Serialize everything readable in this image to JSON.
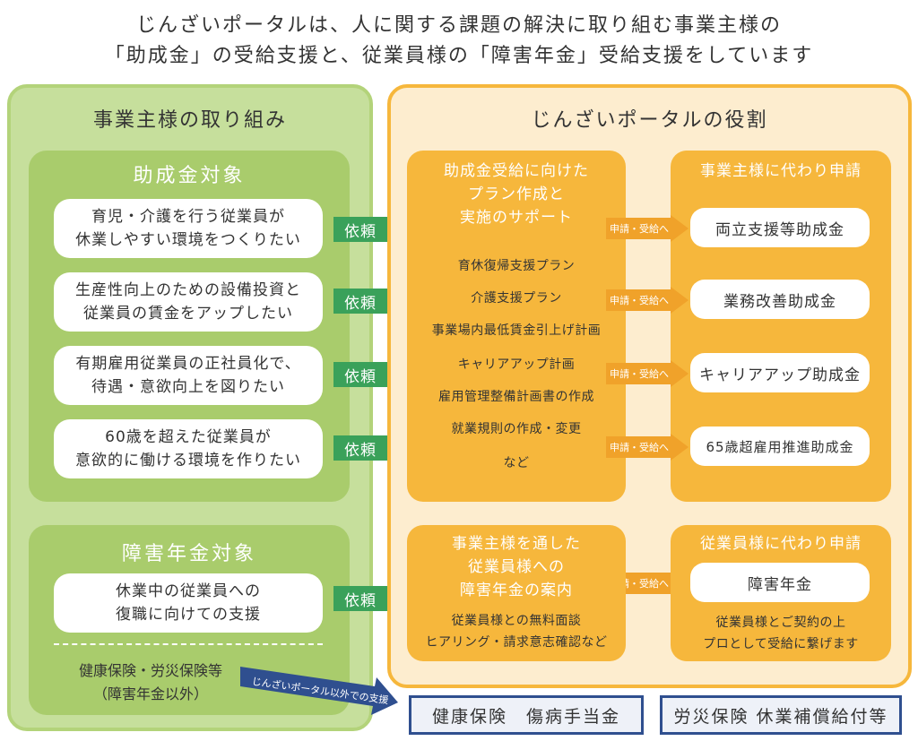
{
  "header": {
    "line1": "じんざいポータルは、人に関する課題の解決に取り組む事業主様の",
    "line2": "「助成金」の受給支援と、従業員様の「障害年金」受給支援をしています"
  },
  "left_panel": {
    "title": "事業主様の取り組み",
    "subsidy_section": {
      "title": "助成金対象",
      "items": [
        {
          "line1": "育児・介護を行う従業員が",
          "line2": "休業しやすい環境をつくりたい"
        },
        {
          "line1": "生産性向上のための設備投資と",
          "line2": "従業員の賃金をアップしたい"
        },
        {
          "line1": "有期雇用従業員の正社員化で、",
          "line2": "待遇・意欲向上を図りたい"
        },
        {
          "line1": "60歳を超えた従業員が",
          "line2": "意欲的に働ける環境を作りたい"
        }
      ]
    },
    "pension_section": {
      "title": "障害年金対象",
      "item": {
        "line1": "休業中の従業員への",
        "line2": "復職に向けての支援"
      },
      "other_line1": "健康保険・労災保険等",
      "other_line2": "（障害年金以外）"
    }
  },
  "arrows": {
    "request_label": "依頼",
    "outside_support_label": "じんざいポータル以外での支援"
  },
  "right_panel": {
    "title": "じんざいポータルの役割",
    "plan_box": {
      "title_lines": [
        "助成金受給に向けた",
        "プラン作成と",
        "実施のサポート"
      ],
      "items": [
        "育休復帰支援プラン",
        "介護支援プラン",
        "事業場内最低賃金引上げ計画",
        "キャリアアップ計画",
        "雇用管理整備計画書の作成",
        "就業規則の作成・変更",
        "など"
      ]
    },
    "apply_label": "申請・受給へ",
    "employer_apply": {
      "title": "事業主様に代わり申請",
      "grants": [
        "両立支援等助成金",
        "業務改善助成金",
        "キャリアアップ助成金",
        "65歳超雇用推進助成金"
      ]
    },
    "pension_guide": {
      "title_lines": [
        "事業主様を通した",
        "従業員様への",
        "障害年金の案内"
      ],
      "sub_lines": [
        "従業員様との無料面談",
        "ヒアリング・請求意志確認など"
      ]
    },
    "employee_apply": {
      "title": "従業員様に代わり申請",
      "item": "障害年金",
      "sub_lines": [
        "従業員様とご契約の上",
        "プロとして受給に繋げます"
      ]
    }
  },
  "bottom_boxes": {
    "health": "健康保険　傷病手当金",
    "labor": "労災保険 休業補償給付等"
  },
  "colors": {
    "green_panel": "#c6df9c",
    "green_block": "#a9cc6c",
    "green_arrow": "#3aa15a",
    "orange": "#f6b73c",
    "cream": "#fdedcf",
    "navy": "#2f4f8f"
  }
}
